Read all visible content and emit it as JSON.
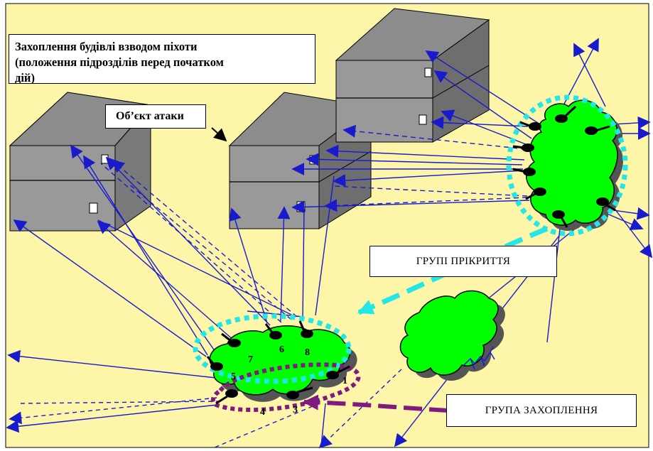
{
  "scene": {
    "background_color": "#fdf6a9",
    "title_lines": [
      "Захоплення будівлі взводом піхоти",
      "(положення підрозділів перед  початком",
      "дій)"
    ],
    "target_label": "Об’єкт  атаки",
    "cover_group_label": "ГРУПІ ПРІКРИТТЯ",
    "capture_group_label": "ГРУПА ЗАХОПЛЕННЯ",
    "soldier_numbers": [
      "7",
      "6",
      "8",
      "5",
      "4",
      "3",
      "1"
    ]
  },
  "colors": {
    "fire_line": "#1a1acd",
    "bush_fill": "#00ff00",
    "building_front": "#999999",
    "building_top": "#c8c8c8",
    "building_shadow": "#666666",
    "cover_group_dots": "#23e6e6",
    "capture_group_dots": "#7f1a7f"
  }
}
